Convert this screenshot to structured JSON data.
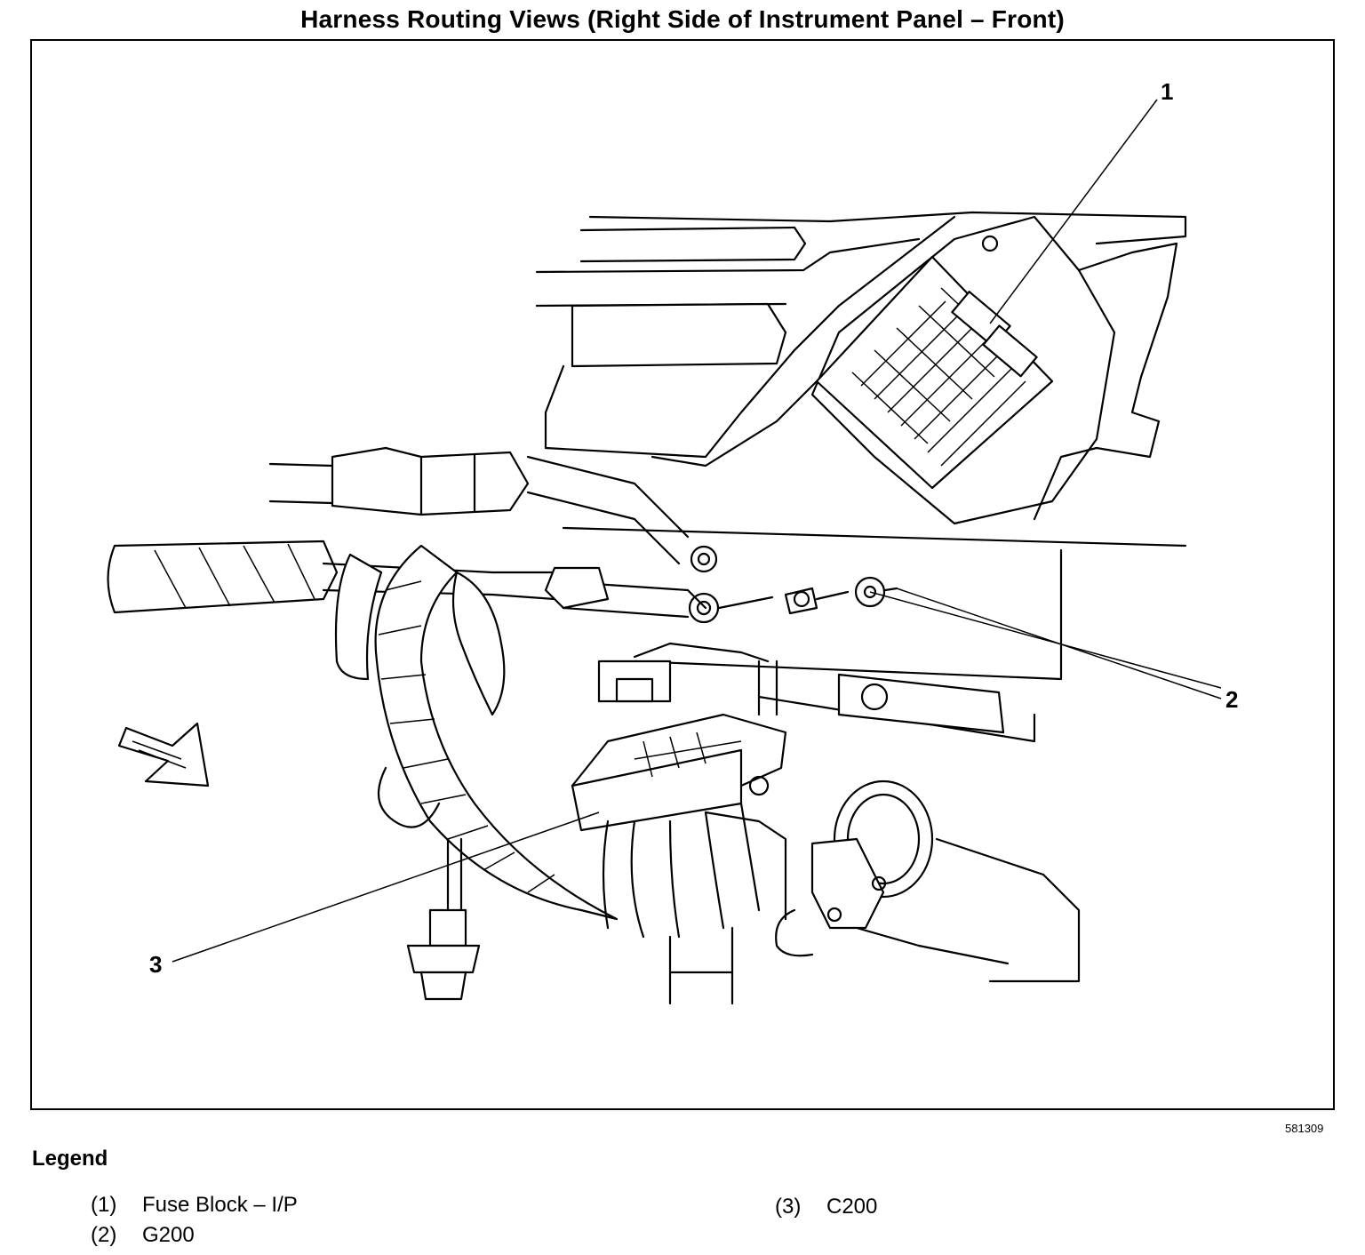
{
  "diagram": {
    "title": "Harness Routing Views (Right Side of Instrument Panel – Front)",
    "figure_number": "581309",
    "callouts": [
      "1",
      "2",
      "3"
    ]
  },
  "legend": {
    "heading": "Legend",
    "items": [
      {
        "number": "(1)",
        "label": "Fuse Block – I/P"
      },
      {
        "number": "(2)",
        "label": "G200"
      },
      {
        "number": "(3)",
        "label": "C200"
      }
    ]
  }
}
